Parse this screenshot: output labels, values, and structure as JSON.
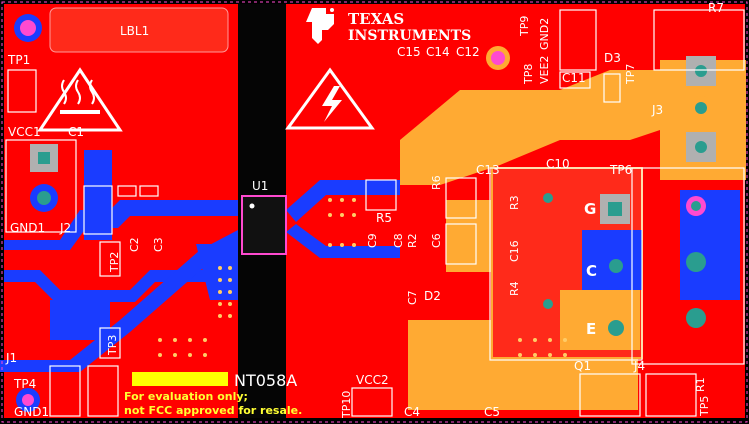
{
  "board": {
    "part_number": "NT058A",
    "disclaimer_line1": "For evaluation only;",
    "disclaimer_line2": "not FCC approved for resale.",
    "logo_line1": "TEXAS",
    "logo_line2": "INSTRUMENTS",
    "label_box": "LBL1"
  },
  "designators": {
    "tp1": "TP1",
    "vcc1": "VCC1",
    "c1": "C1",
    "j2": "J2",
    "gnd1_top": "GND1",
    "c2": "C2",
    "c3": "C3",
    "tp2": "TP2",
    "tp3": "TP3",
    "j1": "J1",
    "tp4": "TP4",
    "gnd1_bottom": "GND1",
    "u1": "U1",
    "r5": "R5",
    "r6": "R6",
    "c9": "C9",
    "c8": "C8",
    "r2": "R2",
    "c6": "C6",
    "c7": "C7",
    "d2": "D2",
    "r3": "R3",
    "c16": "C16",
    "r4": "R4",
    "c13": "C13",
    "c10": "C10",
    "c15": "C15",
    "c14": "C14",
    "c12": "C12",
    "tp9": "TP9",
    "vee2": "VEE2",
    "gnd2": "GND2",
    "tp8": "TP8",
    "c11": "C11",
    "d3": "D3",
    "tp7": "TP7",
    "r7": "R7",
    "j3": "J3",
    "tp6": "TP6",
    "g": "G",
    "c_pin": "C",
    "e": "E",
    "q1": "Q1",
    "j4": "J4",
    "r1": "R1",
    "tp5": "TP5",
    "tp10": "TP10",
    "vcc2": "VCC2",
    "c4": "C4",
    "c5": "C5"
  },
  "colors": {
    "copper_red": "#ff0000",
    "pad_orange": "#ffaa33",
    "bottom_blue": "#1a3cff",
    "silk_white": "#ffffff",
    "highlight_yellow": "#ffff00",
    "board_black": "#000000",
    "pad_teal": "#2a9d8f"
  }
}
